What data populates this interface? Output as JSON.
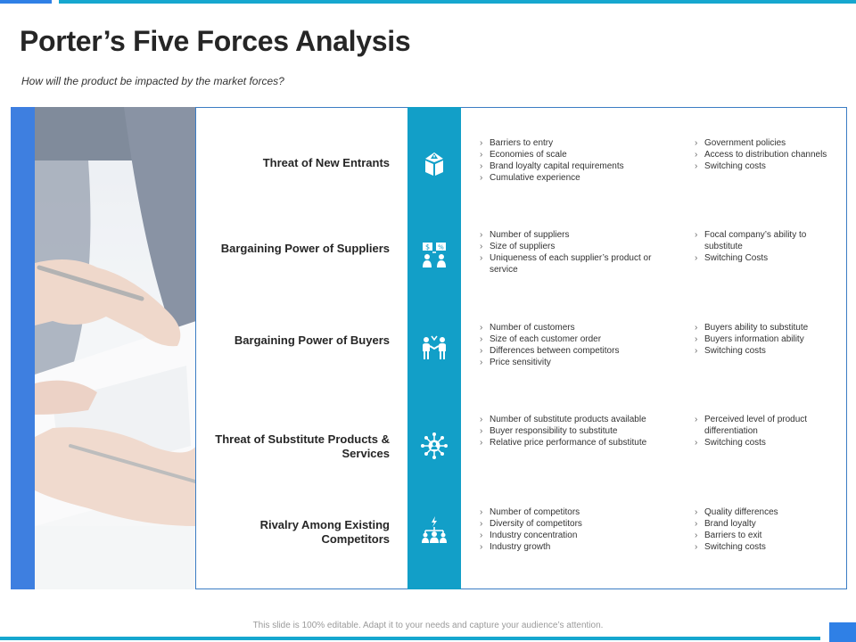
{
  "slide": {
    "title": "Porter’s Five Forces Analysis",
    "subtitle": "How will the product be impacted by the market forces?",
    "footer": "This slide is 100% editable. Adapt it to your needs and capture your audience’s attention."
  },
  "colors": {
    "accent_blue": "#2f80e6",
    "teal": "#129fc8",
    "border_blue": "#3b7dc4"
  },
  "forces": [
    {
      "label": "Threat of New Entrants",
      "icon": "warning-box-icon",
      "col_a": [
        "Barriers to entry",
        "Economies of scale",
        "Brand loyalty capital requirements",
        "Cumulative experience"
      ],
      "col_b": [
        "Government policies",
        "Access to distribution channels",
        "Switching costs"
      ]
    },
    {
      "label": "Bargaining Power of Suppliers",
      "icon": "suppliers-exchange-icon",
      "col_a": [
        "Number of suppliers",
        "Size of suppliers",
        "Uniqueness of each supplier’s product or service"
      ],
      "col_b": [
        "Focal company’s ability to substitute",
        "Switching Costs"
      ]
    },
    {
      "label": "Bargaining Power of Buyers",
      "icon": "buyers-handshake-icon",
      "col_a": [
        "Number of customers",
        "Size of each customer order",
        "Differences between competitors",
        "Price sensitivity"
      ],
      "col_b": [
        "Buyers ability to substitute",
        "Buyers information ability",
        "Switching costs"
      ]
    },
    {
      "label": "Threat of Substitute Products & Services",
      "icon": "network-hub-icon",
      "col_a": [
        "Number of substitute products available",
        "Buyer responsibility to substitute",
        "Relative price performance of substitute"
      ],
      "col_b": [
        "Perceived level of product differentiation",
        "Switching costs"
      ]
    },
    {
      "label": "Rivalry Among Existing Competitors",
      "icon": "competitors-group-icon",
      "col_a": [
        "Number of competitors",
        "Diversity of competitors",
        "Industry concentration",
        "Industry growth"
      ],
      "col_b": [
        "Quality differences",
        "Brand loyalty",
        "Barriers to exit",
        "Switching costs"
      ]
    }
  ]
}
